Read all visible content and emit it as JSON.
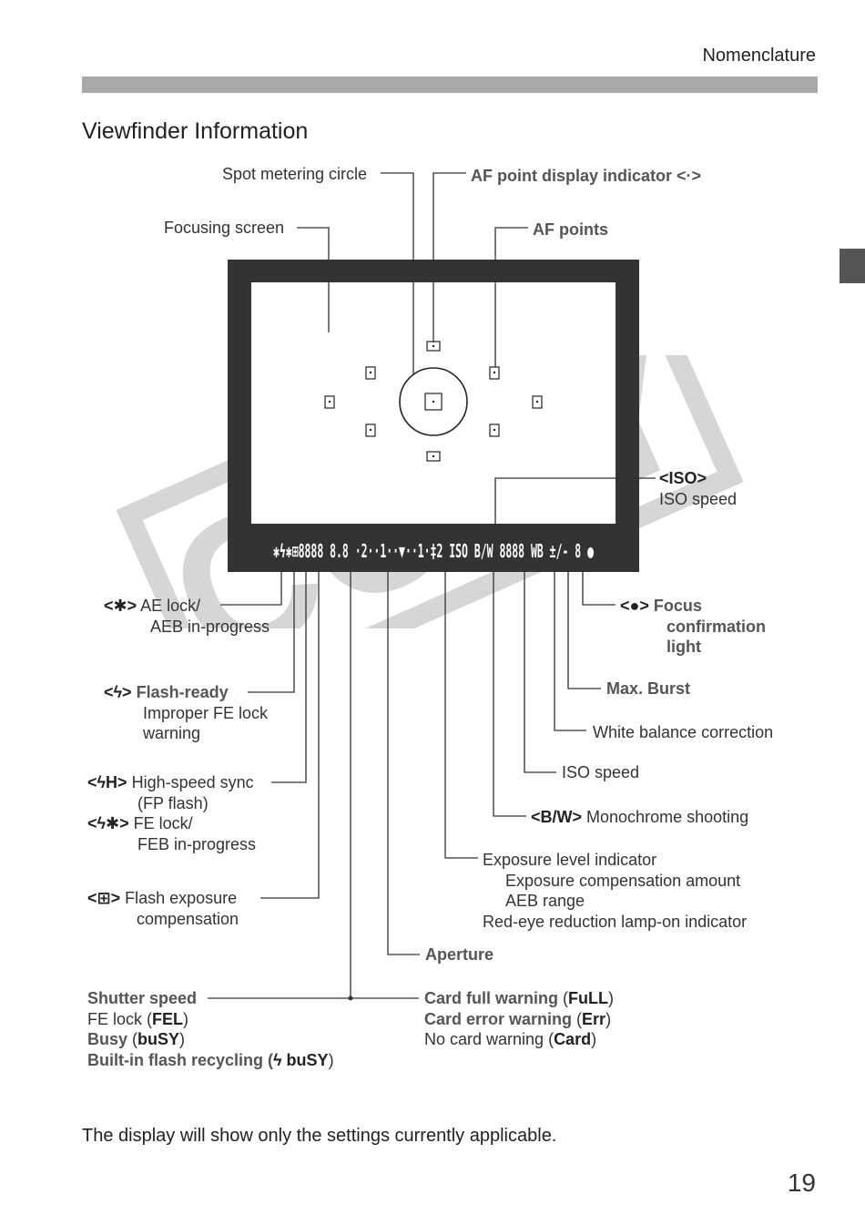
{
  "header": {
    "section": "Nomenclature"
  },
  "title": "Viewfinder Information",
  "watermark": "COPY",
  "lcd": {
    "segments": "✱ϟ✱⊞8888 8.8 ·2··1··▼··1·‡2 ISO B/W 8888 WB ±/- 8 ●"
  },
  "labels": {
    "spot_metering_circle": "Spot metering circle",
    "af_point_display": "AF point display indicator <·>",
    "focusing_screen": "Focusing screen",
    "af_points": "AF points",
    "iso_icon": "<ISO>",
    "iso_speed_top": "ISO speed",
    "ae_lock_icon": "<✱>",
    "ae_lock_line1": "AE lock/",
    "ae_lock_line2": "AEB in-progress",
    "flash_icon": "<ϟ>",
    "flash_ready": "Flash-ready",
    "improper_fe_1": "Improper FE lock",
    "improper_fe_2": "warning",
    "hss_icon": "<ϟH>",
    "hss_line1": "High-speed sync",
    "hss_line2": "(FP flash)",
    "fe_lock_icon": "<ϟ✱>",
    "fe_lock_line1": "FE lock/",
    "fe_lock_line2": "FEB in-progress",
    "flash_comp_icon": "<⊞>",
    "flash_comp_line1": "Flash exposure",
    "flash_comp_line2": "compensation",
    "focus_icon": "<●>",
    "focus_line1": "Focus",
    "focus_line2": "confirmation",
    "focus_line3": "light",
    "max_burst": "Max. Burst",
    "wb_correction": "White balance correction",
    "iso_speed_bottom": "ISO speed",
    "bw_icon": "<B/W>",
    "monochrome": "Monochrome shooting",
    "exposure_level": "Exposure level indicator",
    "exposure_comp": "Exposure compensation amount",
    "aeb_range": "AEB range",
    "red_eye": "Red-eye reduction lamp-on indicator",
    "aperture": "Aperture",
    "shutter_speed": "Shutter speed",
    "fe_lock_prefix": "FE lock (",
    "fe_lock_code": "FEL",
    "busy_prefix": "Busy",
    "busy_code": "buSY",
    "builtin_flash": "Built-in flash recycling (",
    "builtin_flash_code": "ϟ buSY",
    "card_full": "Card full warning",
    "card_full_code": "FuLL",
    "card_error": "Card error warning",
    "card_error_code": "Err",
    "no_card": "No card warning (",
    "no_card_code": "Card"
  },
  "footer": "The display will show only the settings currently applicable.",
  "page_number": "19",
  "colors": {
    "frame": "#333333",
    "header_bar": "#a9a9a9",
    "watermark": "#d6d6d6"
  }
}
